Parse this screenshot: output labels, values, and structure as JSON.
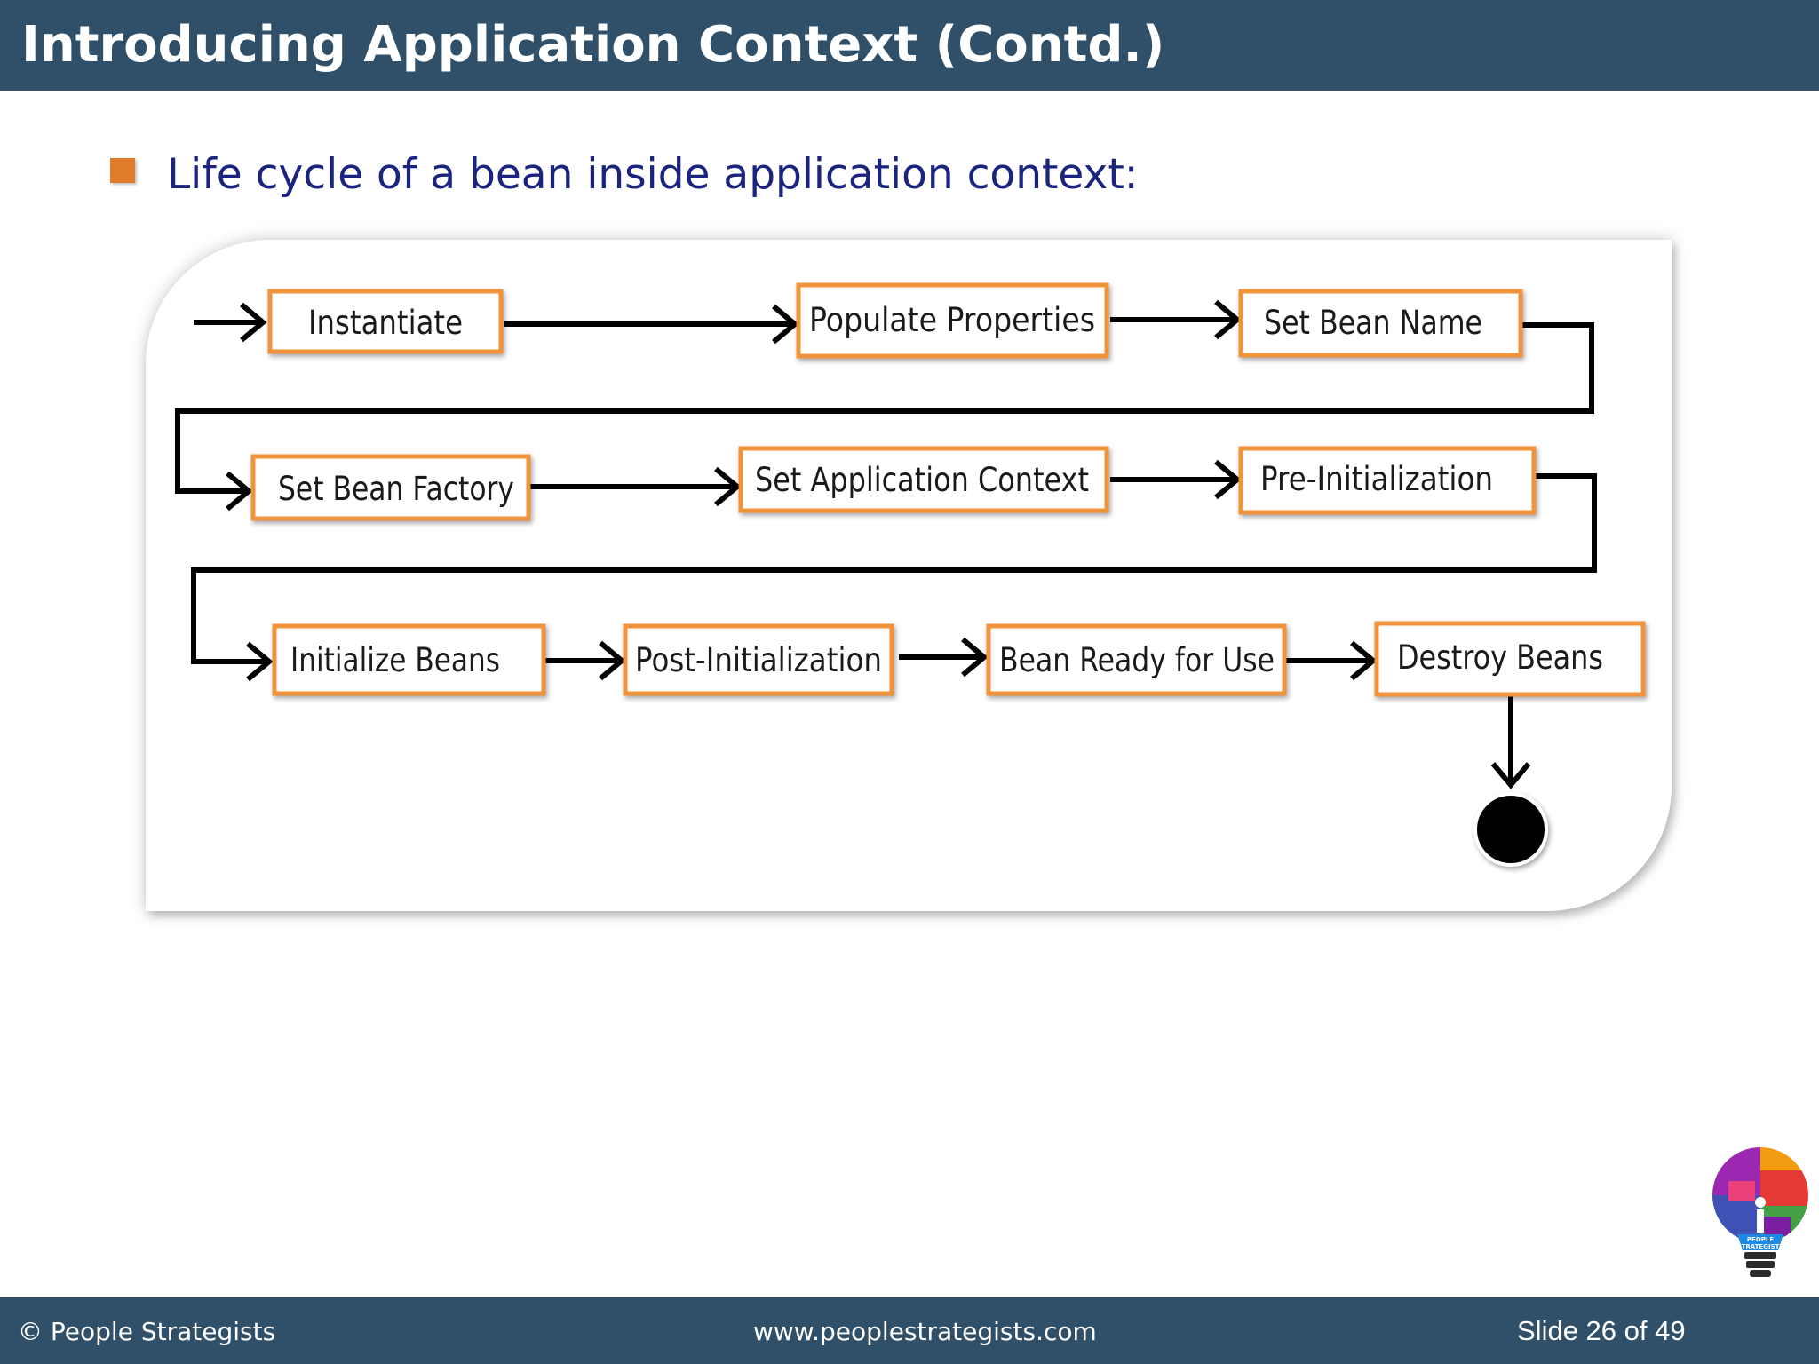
{
  "slide": {
    "title": "Introducing Application Context (Contd.)",
    "bullet": "Life cycle of a bean inside application context:"
  },
  "diagram": {
    "nodes": [
      {
        "id": "instantiate",
        "label": "Instantiate"
      },
      {
        "id": "populate-properties",
        "label": "Populate Properties"
      },
      {
        "id": "set-bean-name",
        "label": "Set Bean Name"
      },
      {
        "id": "set-bean-factory",
        "label": "Set Bean Factory"
      },
      {
        "id": "set-application-context",
        "label": "Set Application Context"
      },
      {
        "id": "pre-initialization",
        "label": "Pre-Initialization"
      },
      {
        "id": "initialize-beans",
        "label": "Initialize Beans"
      },
      {
        "id": "post-initialization",
        "label": "Post-Initialization"
      },
      {
        "id": "bean-ready-for-use",
        "label": "Bean Ready for Use"
      },
      {
        "id": "destroy-beans",
        "label": "Destroy Beans"
      }
    ],
    "edges": [
      [
        "start",
        "instantiate"
      ],
      [
        "instantiate",
        "populate-properties"
      ],
      [
        "populate-properties",
        "set-bean-name"
      ],
      [
        "set-bean-name",
        "set-bean-factory"
      ],
      [
        "set-bean-factory",
        "set-application-context"
      ],
      [
        "set-application-context",
        "pre-initialization"
      ],
      [
        "pre-initialization",
        "initialize-beans"
      ],
      [
        "initialize-beans",
        "post-initialization"
      ],
      [
        "post-initialization",
        "bean-ready-for-use"
      ],
      [
        "bean-ready-for-use",
        "destroy-beans"
      ],
      [
        "destroy-beans",
        "end"
      ]
    ],
    "box_border_color": "#f0933a",
    "line_color": "#000000"
  },
  "footer": {
    "copyright": "© People Strategists",
    "website": "www.peoplestrategists.com",
    "slide_number": "Slide 26 of 49"
  },
  "logo": {
    "text_line1": "PEOPLE",
    "text_line2": "STRATEGISTS"
  },
  "colors": {
    "header_bg": "#2f5068",
    "bullet": "#e07b2a",
    "bullet_text": "#1a237e"
  }
}
